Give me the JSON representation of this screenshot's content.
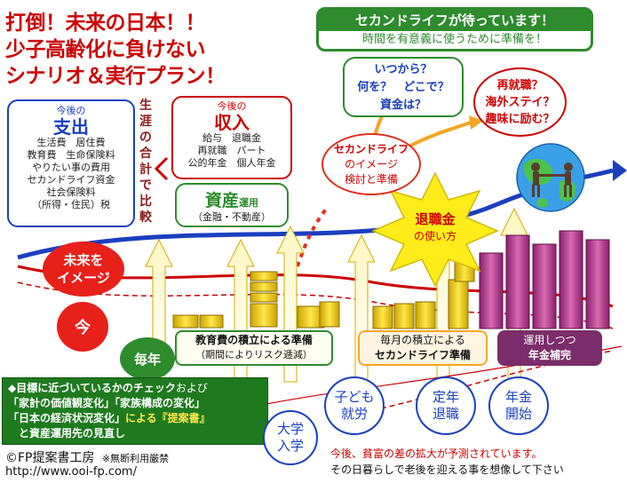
{
  "title": {
    "line1": "打倒！未来の日本！！",
    "line2": "少子高齢化に負けない",
    "line3": "シナリオ＆実行プラン！"
  },
  "second_life": {
    "header": "セカンドライフが待っています！",
    "sub": "時間を有意義に使うために準備を！"
  },
  "questions_green": {
    "line1": "いつから？",
    "line2": "何を？　どこで？",
    "line3": "資金は？"
  },
  "questions_red": {
    "line1": "再就職？",
    "line2": "海外ステイ？",
    "line3": "趣味に励む？"
  },
  "expense": {
    "prefix": "今後の",
    "title": "支出",
    "items": [
      "生活費　居住費",
      "教育費　生命保険料",
      "やりたい事の費用",
      "セカンドライフ資金",
      "社会保険料",
      "（所得・住民）税"
    ]
  },
  "compare_label": "生涯の合計で比較",
  "compare_chars": [
    "生",
    "涯",
    "の",
    "合",
    "計",
    "で",
    "比",
    "較"
  ],
  "income": {
    "prefix": "今後の",
    "title": "収入",
    "items": [
      "給与　退職金",
      "再就職　パート",
      "公的年金　個人年金"
    ]
  },
  "assets": {
    "title": "資産",
    "suffix": "運用",
    "items": "（金融・不動産）"
  },
  "secondlife_image": {
    "line1": "セカンドライフ",
    "line2": "のイメージ",
    "line3": "検討と準備"
  },
  "retirement_money": {
    "line1": "退職金",
    "line2": "の使い方"
  },
  "future_label": {
    "line1": "未来を",
    "line2": "イメージ"
  },
  "now_label": "今",
  "every_year": "毎年",
  "stage_edu": {
    "line1": "教育費の積立による準備",
    "line2": "（期間によりリスク逓減）"
  },
  "stage_monthly": {
    "line1": "毎月の積立による",
    "line2": "セカンドライフ準備"
  },
  "stage_invest": {
    "line1": "運用しつつ",
    "line2": "年金補完"
  },
  "checklist": {
    "line1": "◆目標に近づいているかのチェック",
    "line1_tail": "および",
    "line2": "「家計の価値観変化」「家族構成の変化」",
    "line3a": "「日本の経済状況変化」",
    "line3b": "による『提案書』",
    "line4": "と資産運用先の見直し"
  },
  "milestones": [
    {
      "line1": "大学",
      "line2": "入学"
    },
    {
      "line1": "子ども",
      "line2": "就労"
    },
    {
      "line1": "定年",
      "line2": "退職"
    },
    {
      "line1": "年金",
      "line2": "開始"
    }
  ],
  "footer": {
    "copyright": "©FP提案書工房",
    "notice": "※無断利用厳禁",
    "url": "http://www.ooi-fp.com/",
    "note1": "今後、貧富の差の拡大が予測されています。",
    "note2": "その日暮らしで老後を迎える事を想像して下さい"
  },
  "colors": {
    "red": "#cc0000",
    "green": "#2e8b2e",
    "blue": "#1a3fbf",
    "orange": "#f5a623",
    "purple": "#7b2d6b",
    "gold": "#ffd700"
  }
}
